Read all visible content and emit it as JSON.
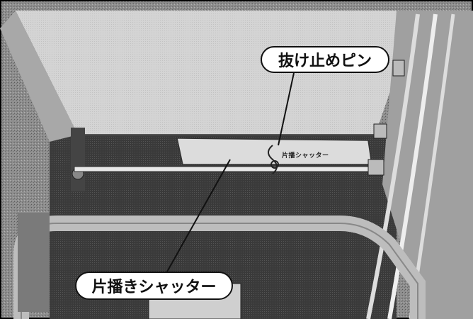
{
  "callouts": {
    "retaining_pin": "抜け止めピン",
    "shutter": "片播きシャッター"
  },
  "plate_label": "片播シャッター"
}
